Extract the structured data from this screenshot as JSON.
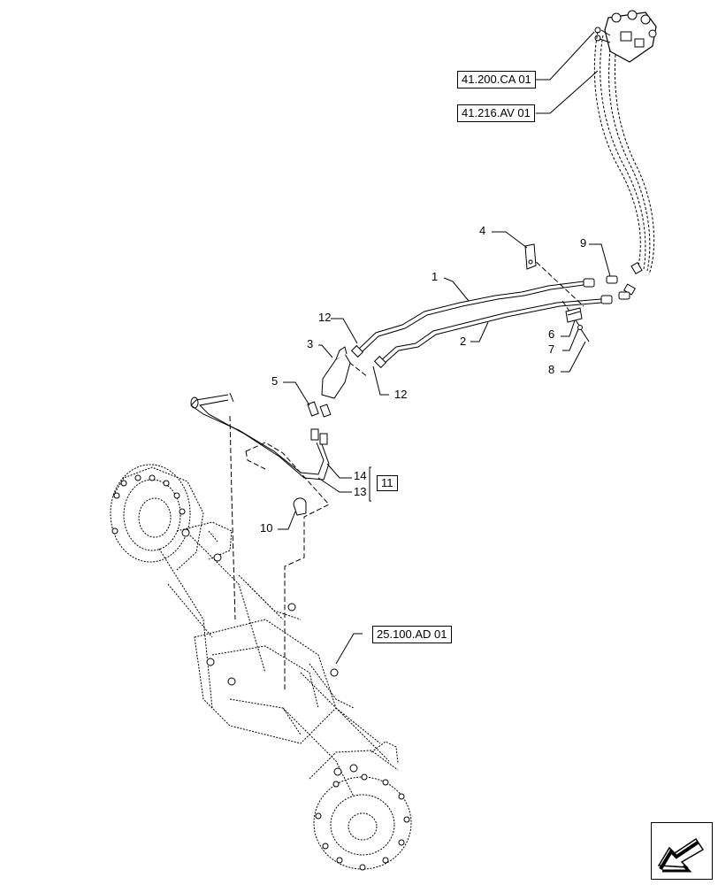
{
  "references": [
    {
      "id": "ref-41-200",
      "label": "41.200.CA 01"
    },
    {
      "id": "ref-41-216",
      "label": "41.216.AV 01"
    },
    {
      "id": "ref-25-100",
      "label": "25.100.AD 01"
    }
  ],
  "callouts": {
    "c1": "1",
    "c2": "2",
    "c3": "3",
    "c4": "4",
    "c5": "5",
    "c6": "6",
    "c7": "7",
    "c8": "8",
    "c9": "9",
    "c10": "10",
    "c12a": "12",
    "c12b": "12",
    "c13": "13",
    "c14": "14"
  },
  "group_label": "11",
  "nav_icon": "next-page-arrow-icon"
}
